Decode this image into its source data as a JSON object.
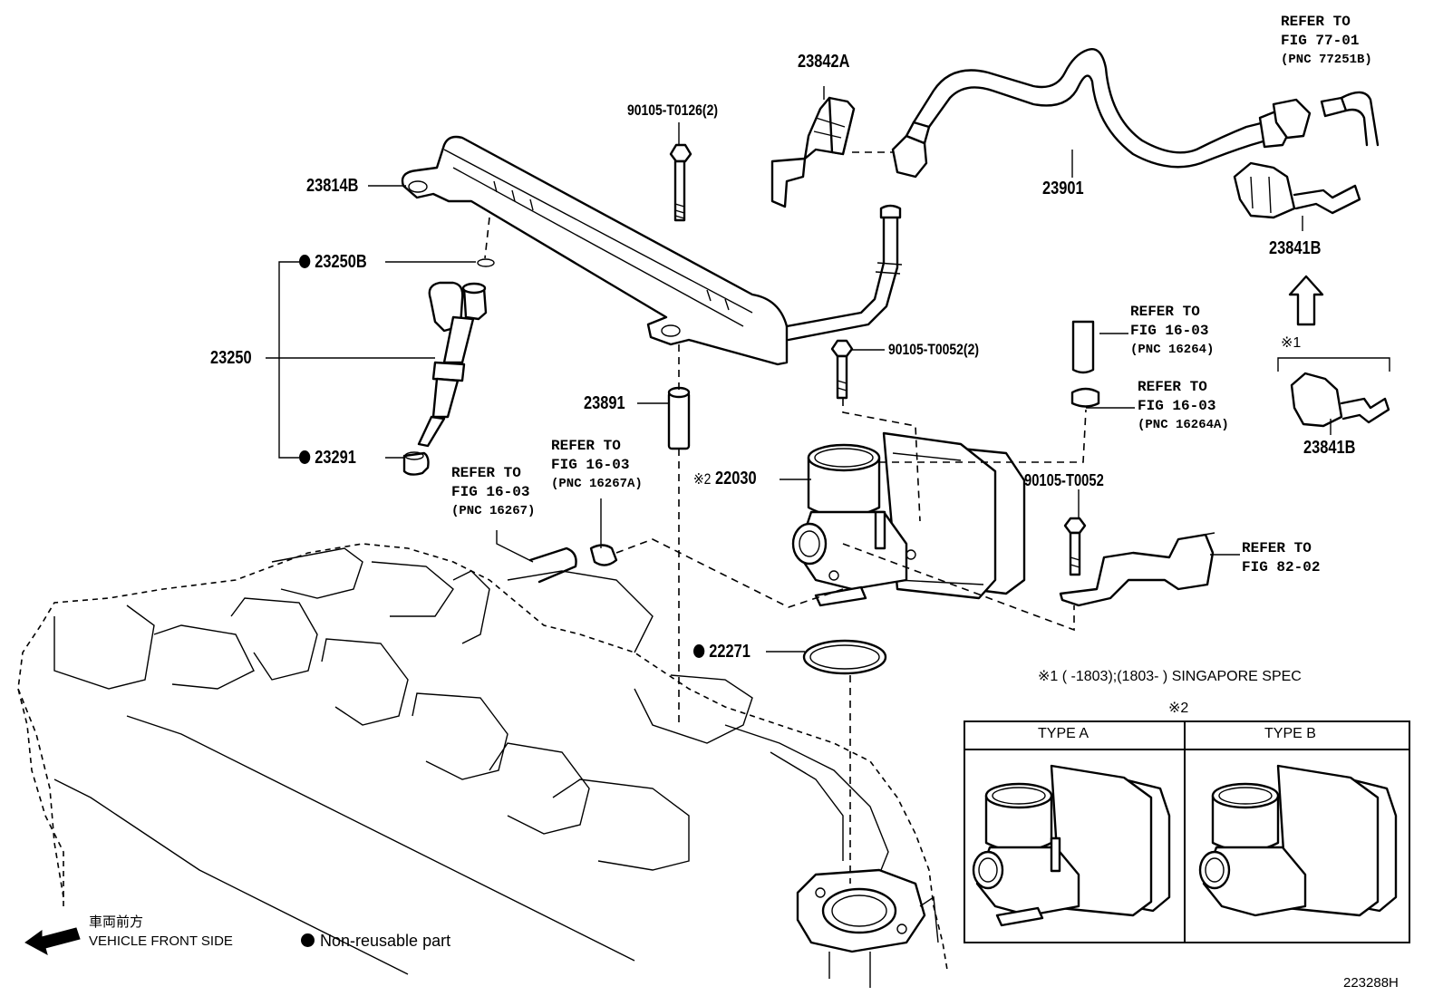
{
  "parts": {
    "p23814b": "23814B",
    "p23250b": "23250B",
    "p23250": "23250",
    "p23291": "23291",
    "p90105_t0126": "90105-T0126(2)",
    "p23891": "23891",
    "p23842a": "23842A",
    "p23901": "23901",
    "p23841b_top": "23841B",
    "p23841b_bottom": "23841B",
    "p90105_t0052_2": "90105-T0052(2)",
    "p22030": "22030",
    "p22030_mark": "※2",
    "p90105_t0052": "90105-T0052",
    "p22271": "22271"
  },
  "refs": {
    "fig77": {
      "l1": "REFER TO",
      "l2": "FIG 77-01",
      "l3": "(PNC 77251B)"
    },
    "fig16_16264": {
      "l1": "REFER TO",
      "l2": "FIG 16-03",
      "l3": "(PNC 16264)"
    },
    "fig16_16264a": {
      "l1": "REFER TO",
      "l2": "FIG 16-03",
      "l3": "(PNC 16264A)"
    },
    "fig16_16267a": {
      "l1": "REFER TO",
      "l2": "FIG 16-03",
      "l3": "(PNC 16267A)"
    },
    "fig16_16267": {
      "l1": "REFER TO",
      "l2": "FIG 16-03",
      "l3": "(PNC 16267)"
    },
    "fig82": {
      "l1": "REFER TO",
      "l2": "FIG 82-02"
    }
  },
  "notes": {
    "mark1": "※1",
    "spec_note": "※1 (       -1803);(1803-       ) SINGAPORE SPEC",
    "mark2": "※2",
    "type_a": "TYPE A",
    "type_b": "TYPE B",
    "front_jp": "車両前方",
    "front_en": "VEHICLE FRONT SIDE",
    "non_reusable": "Non-reusable part",
    "illustration_id": "223288H"
  }
}
